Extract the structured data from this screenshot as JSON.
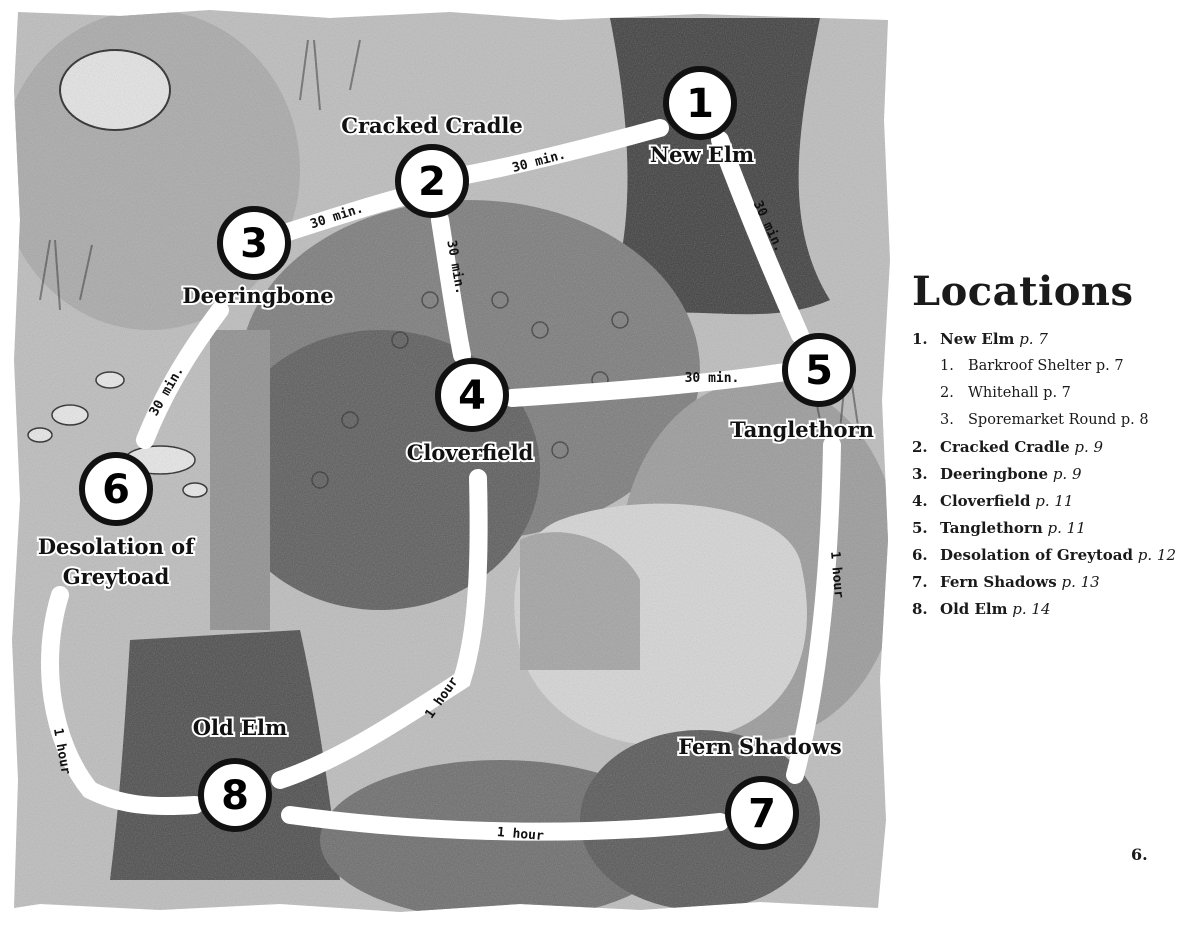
{
  "map": {
    "locations": [
      {
        "id": "1",
        "name": "New Elm"
      },
      {
        "id": "2",
        "name": "Cracked Cradle"
      },
      {
        "id": "3",
        "name": "Deeringbone"
      },
      {
        "id": "4",
        "name": "Cloverfield"
      },
      {
        "id": "5",
        "name": "Tanglethorn"
      },
      {
        "id": "6",
        "name_line1": "Desolation of",
        "name_line2": "Greytoad"
      },
      {
        "id": "7",
        "name": "Fern Shadows"
      },
      {
        "id": "8",
        "name": "Old Elm"
      }
    ],
    "routes": [
      {
        "from": "2",
        "to": "1",
        "time": "30 min."
      },
      {
        "from": "1",
        "to": "5",
        "time": "30 min."
      },
      {
        "from": "3",
        "to": "2",
        "time": "30 min."
      },
      {
        "from": "2",
        "to": "4",
        "time": "30 min."
      },
      {
        "from": "4",
        "to": "5",
        "time": "30 min."
      },
      {
        "from": "3",
        "to": "6",
        "time": "30 min."
      },
      {
        "from": "5",
        "to": "7",
        "time": "1 hour"
      },
      {
        "from": "4",
        "to": "8",
        "time": "1 hour"
      },
      {
        "from": "6",
        "to": "8",
        "time": "1 hour"
      },
      {
        "from": "8",
        "to": "7",
        "time": "1 hour"
      }
    ]
  },
  "legend": {
    "title": "Locations",
    "items": [
      {
        "num": "1.",
        "name": "New Elm",
        "page": "p. 7",
        "subitems": [
          {
            "num": "1.",
            "name": "Barkroof Shelter",
            "page": "p. 7"
          },
          {
            "num": "2.",
            "name": "Whitehall",
            "page": "p. 7"
          },
          {
            "num": "3.",
            "name": "Sporemarket Round",
            "page": "p. 8"
          }
        ]
      },
      {
        "num": "2.",
        "name": "Cracked Cradle",
        "page": "p. 9"
      },
      {
        "num": "3.",
        "name": "Deeringbone",
        "page": "p. 9"
      },
      {
        "num": "4.",
        "name": "Cloverfield",
        "page": "p. 11"
      },
      {
        "num": "5.",
        "name": "Tanglethorn",
        "page": "p. 11"
      },
      {
        "num": "6.",
        "name": "Desolation of Greytoad",
        "page": "p. 12"
      },
      {
        "num": "7.",
        "name": "Fern Shadows",
        "page": "p. 13"
      },
      {
        "num": "8.",
        "name": "Old Elm",
        "page": "p. 14"
      }
    ]
  },
  "page_number": "6.",
  "colors": {
    "ink": "#111111",
    "paper": "#ffffff",
    "forest_dark": "#3a3a3a",
    "forest_mid": "#8a8a8a",
    "forest_light": "#cfcfcf"
  }
}
